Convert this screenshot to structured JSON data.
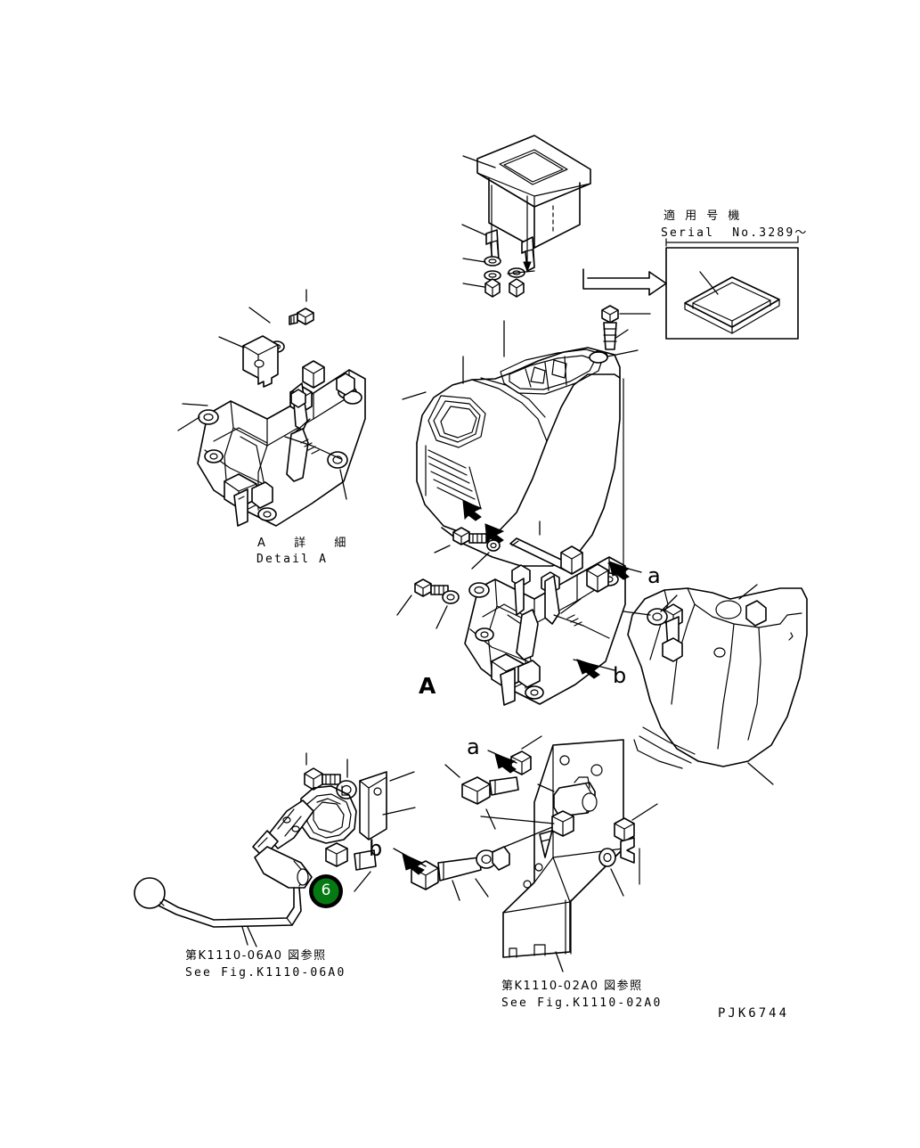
{
  "sheet": {
    "drawing_number": "PJK6744",
    "background": "#ffffff",
    "line_color": "#000000",
    "highlight_color": "#067a12"
  },
  "annotations": {
    "serial_note_jp": "適 用 号 機",
    "serial_note_en": "Serial  No.3289～",
    "detail_jp": "A  詳  細",
    "detail_en": "Detail A",
    "ref_left_jp": "第K1110-06A0 図参照",
    "ref_left_en": "See Fig.K1110-06A0",
    "ref_bottom_jp": "第K1110-02A0 図参照",
    "ref_bottom_en": "See Fig.K1110-02A0",
    "view_arrow_label": "A",
    "callout_a_upper": "a",
    "callout_b_upper": "b",
    "callout_a_lower": "a",
    "callout_b_lower": "b"
  },
  "item_balloons": [
    {
      "number": "6",
      "fill": "#067a12",
      "ring": "#000000",
      "text_color": "#ffffff"
    }
  ]
}
